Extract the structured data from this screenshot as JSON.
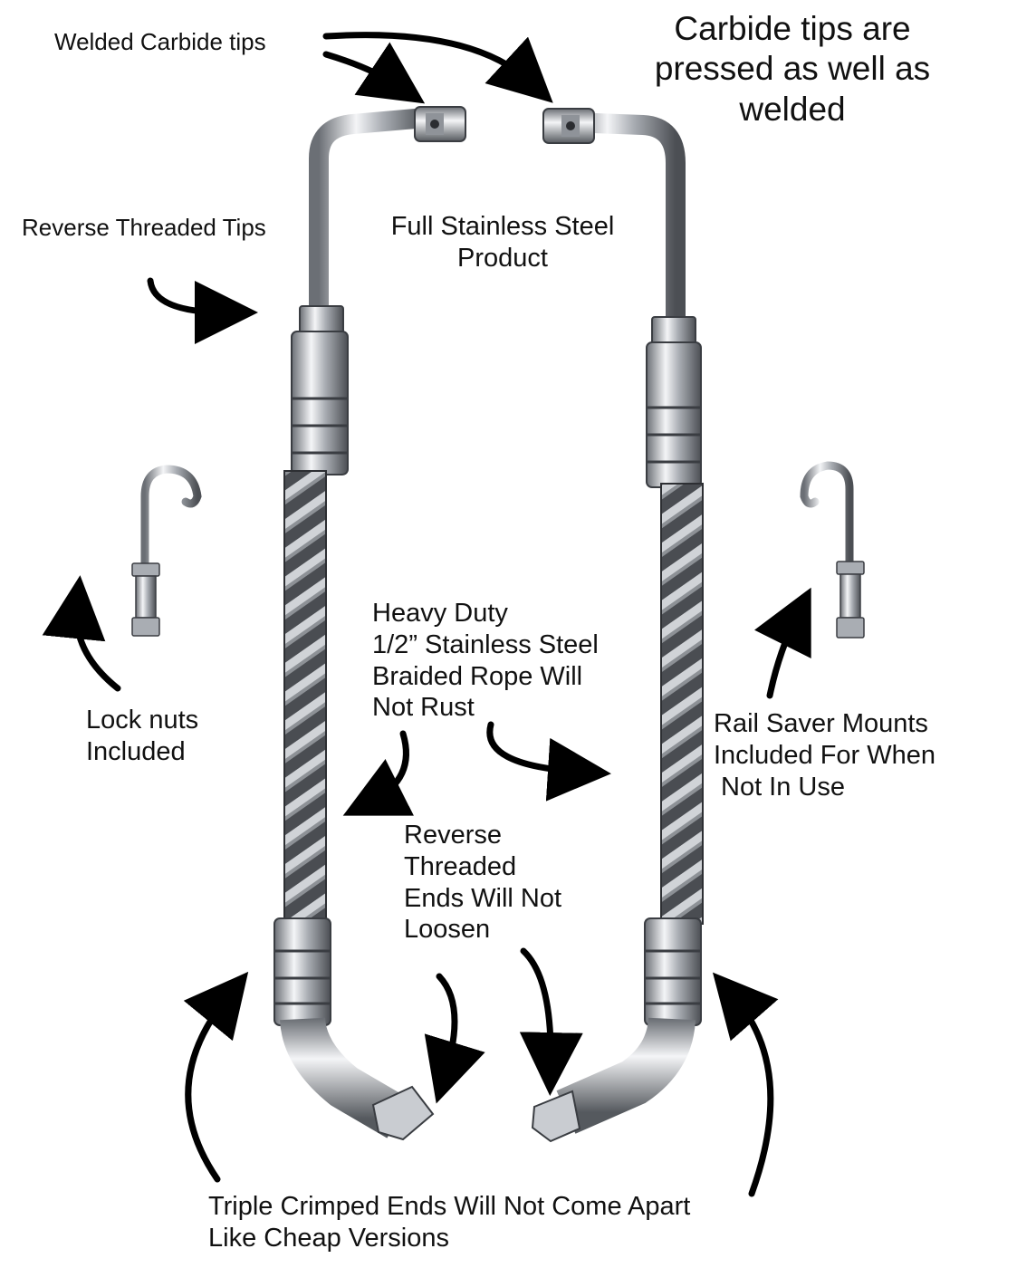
{
  "labels": {
    "welded_tips": "Welded Carbide tips",
    "carbide_pressed": [
      "Carbide tips are",
      "pressed as well as",
      "welded"
    ],
    "reverse_tips": "Reverse Threaded Tips",
    "full_stainless": [
      "Full Stainless Steel",
      "Product"
    ],
    "heavy_duty": [
      "Heavy Duty",
      "1/2” Stainless Steel",
      "Braided Rope Will",
      "Not Rust"
    ],
    "lock_nuts": [
      "Lock nuts",
      "Included"
    ],
    "rail_saver": [
      "Rail Saver Mounts",
      "Included For When",
      "Not In Use"
    ],
    "reverse_ends": [
      "Reverse",
      "Threaded",
      "Ends Will Not",
      "Loosen"
    ],
    "triple_crimped": [
      "Triple Crimped Ends Will Not Come Apart",
      "Like Cheap Versions"
    ]
  },
  "colors": {
    "background": "#ffffff",
    "text": "#111111",
    "arrow": "#000000",
    "steel": "#b8bcc2",
    "rope": "#6f7378"
  }
}
